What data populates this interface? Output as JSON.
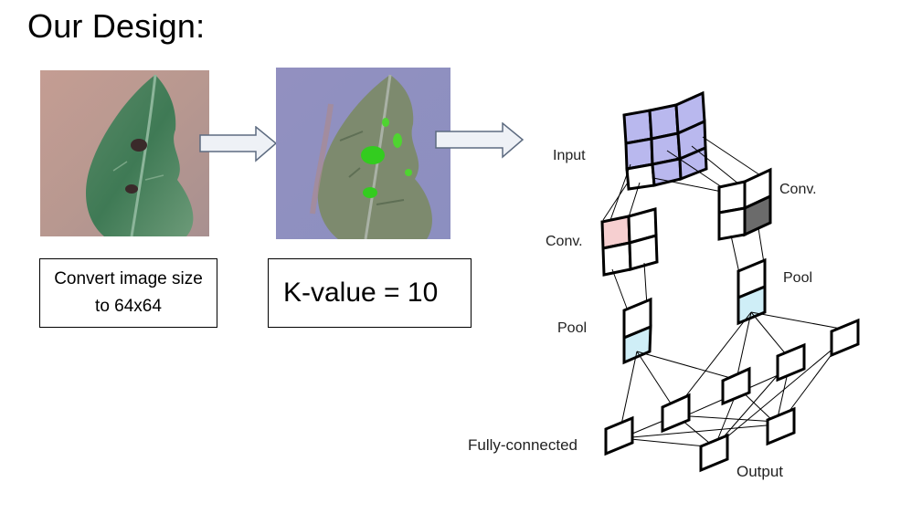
{
  "title": "Our Design:",
  "pipeline": {
    "step1_caption_line1": "Convert image size",
    "step1_caption_line2": "to 64x64",
    "step2_caption": "K-value = 10"
  },
  "cnn_diagram": {
    "label_input": "Input",
    "label_conv_left": "Conv.",
    "label_conv_right": "Conv.",
    "label_pool_left": "Pool",
    "label_pool_right": "Pool",
    "label_fully_connected": "Fully-connected",
    "label_output": "Output"
  },
  "colors": {
    "input_fill": "#b9b8ee",
    "conv_highlight": "#f6cfd0",
    "conv_dark": "#6b6b6b",
    "pool_fill": "#cfeef7",
    "arrow_fill": "#eef1f6",
    "arrow_stroke": "#5d6b80"
  }
}
